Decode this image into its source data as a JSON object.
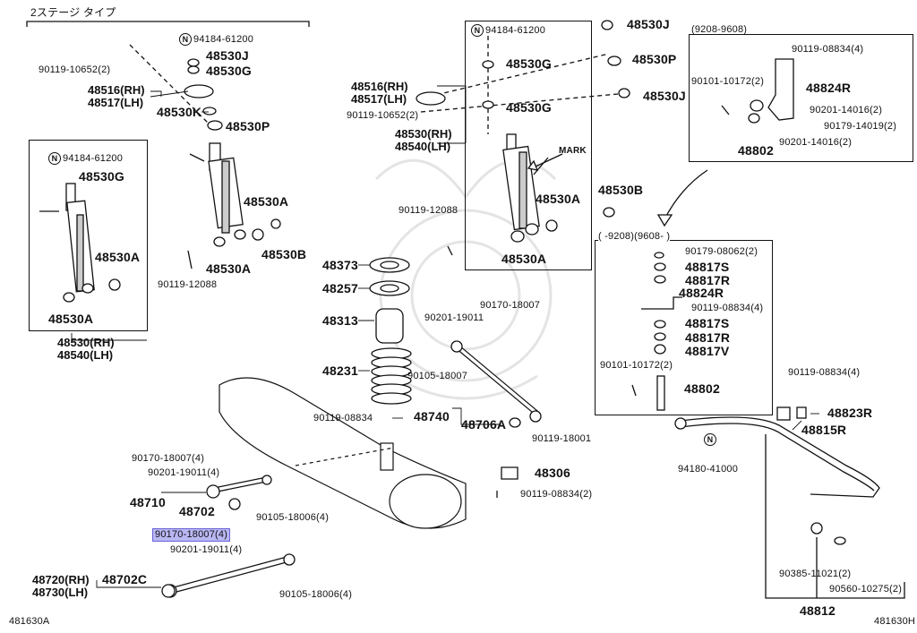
{
  "header": {
    "title": "2ステージ タイプ"
  },
  "footer": {
    "left_code": "481630A",
    "right_code": "481630H"
  },
  "date_ranges": {
    "top_right": "(9208-9608)",
    "mid_right": "(  -9208)(9608-  )"
  },
  "n_mark": "N",
  "parts": {
    "p94184_61200_left": "94184-61200",
    "p48530J_left": "48530J",
    "p90119_10652_left": "90119-10652(2)",
    "p48530G_left": "48530G",
    "p48516_left": "48516(RH)",
    "p48517_left": "48517(LH)",
    "p48530K_left": "48530K",
    "p48530P_left": "48530P",
    "p48530A_left_top": "48530A",
    "p48530A_left_low": "48530A",
    "p48530B_left": "48530B",
    "p90119_12088_left": "90119-12088",
    "box1_94184": "94184-61200",
    "box1_48530G": "48530G",
    "box1_48530A_r": "48530A",
    "box1_48530A_b": "48530A",
    "box1_rh": "48530(RH)",
    "box1_lh": "48540(LH)",
    "c94184_61200": "94184-61200",
    "c48530J_top": "48530J",
    "c48530G_top": "48530G",
    "c48530P": "48530P",
    "c48530J_mid": "48530J",
    "c48530G_mid": "48530G",
    "c48516": "48516(RH)",
    "c48517": "48517(LH)",
    "c90119_10652": "90119-10652(2)",
    "c48530_rh": "48530(RH)",
    "c48540_lh": "48540(LH)",
    "c_mark": "MARK",
    "c48530A_r": "48530A",
    "c48530A_b": "48530A",
    "c48530B": "48530B",
    "c90119_12088": "90119-12088",
    "c48373": "48373",
    "c48257": "48257",
    "c48313": "48313",
    "c48231": "48231",
    "c90170_18007": "90170-18007",
    "c90201_19011": "90201-19011",
    "c90105_18007": "90105-18007",
    "c90119_08834": "90119-08834",
    "c48740": "48740",
    "c48706A": "48706A",
    "c90119_18001": "90119-18001",
    "c48306": "48306",
    "c90119_08834_2": "90119-08834(2)",
    "l90170_18007_4": "90170-18007(4)",
    "l90201_19011_4": "90201-19011(4)",
    "l48710": "48710",
    "l48702": "48702",
    "l90105_18006_4": "90105-18006(4)",
    "l90170_18007_4_hl": "90170-18007(4)",
    "l90201_19011_4_b": "90201-19011(4)",
    "l48720": "48720(RH)",
    "l48730": "48730(LH)",
    "l48702C": "48702C",
    "l90105_18006_4_b": "90105-18006(4)",
    "tr90119_08834_4": "90119-08834(4)",
    "tr48824R": "48824R",
    "tr90101_10172_2": "90101-10172(2)",
    "tr90201_14016_2a": "90201-14016(2)",
    "tr90179_14019_2": "90179-14019(2)",
    "tr90201_14016_2b": "90201-14016(2)",
    "tr48802": "48802",
    "mr90179_08062_2": "90179-08062(2)",
    "mr48817S_a": "48817S",
    "mr48817R_a": "48817R",
    "mr48824R": "48824R",
    "mr90119_08834_4": "90119-08834(4)",
    "mr48817S_b": "48817S",
    "mr48817R_b": "48817R",
    "mr48817V": "48817V",
    "mr90101_10172_2": "90101-10172(2)",
    "mr48802": "48802",
    "r90119_08834_4": "90119-08834(4)",
    "r48823R": "48823R",
    "r48815R": "48815R",
    "r94180_41000": "94180-41000",
    "r90385_11021_2": "90385-11021(2)",
    "r90560_10275_2": "90560-10275(2)",
    "r48812": "48812"
  }
}
